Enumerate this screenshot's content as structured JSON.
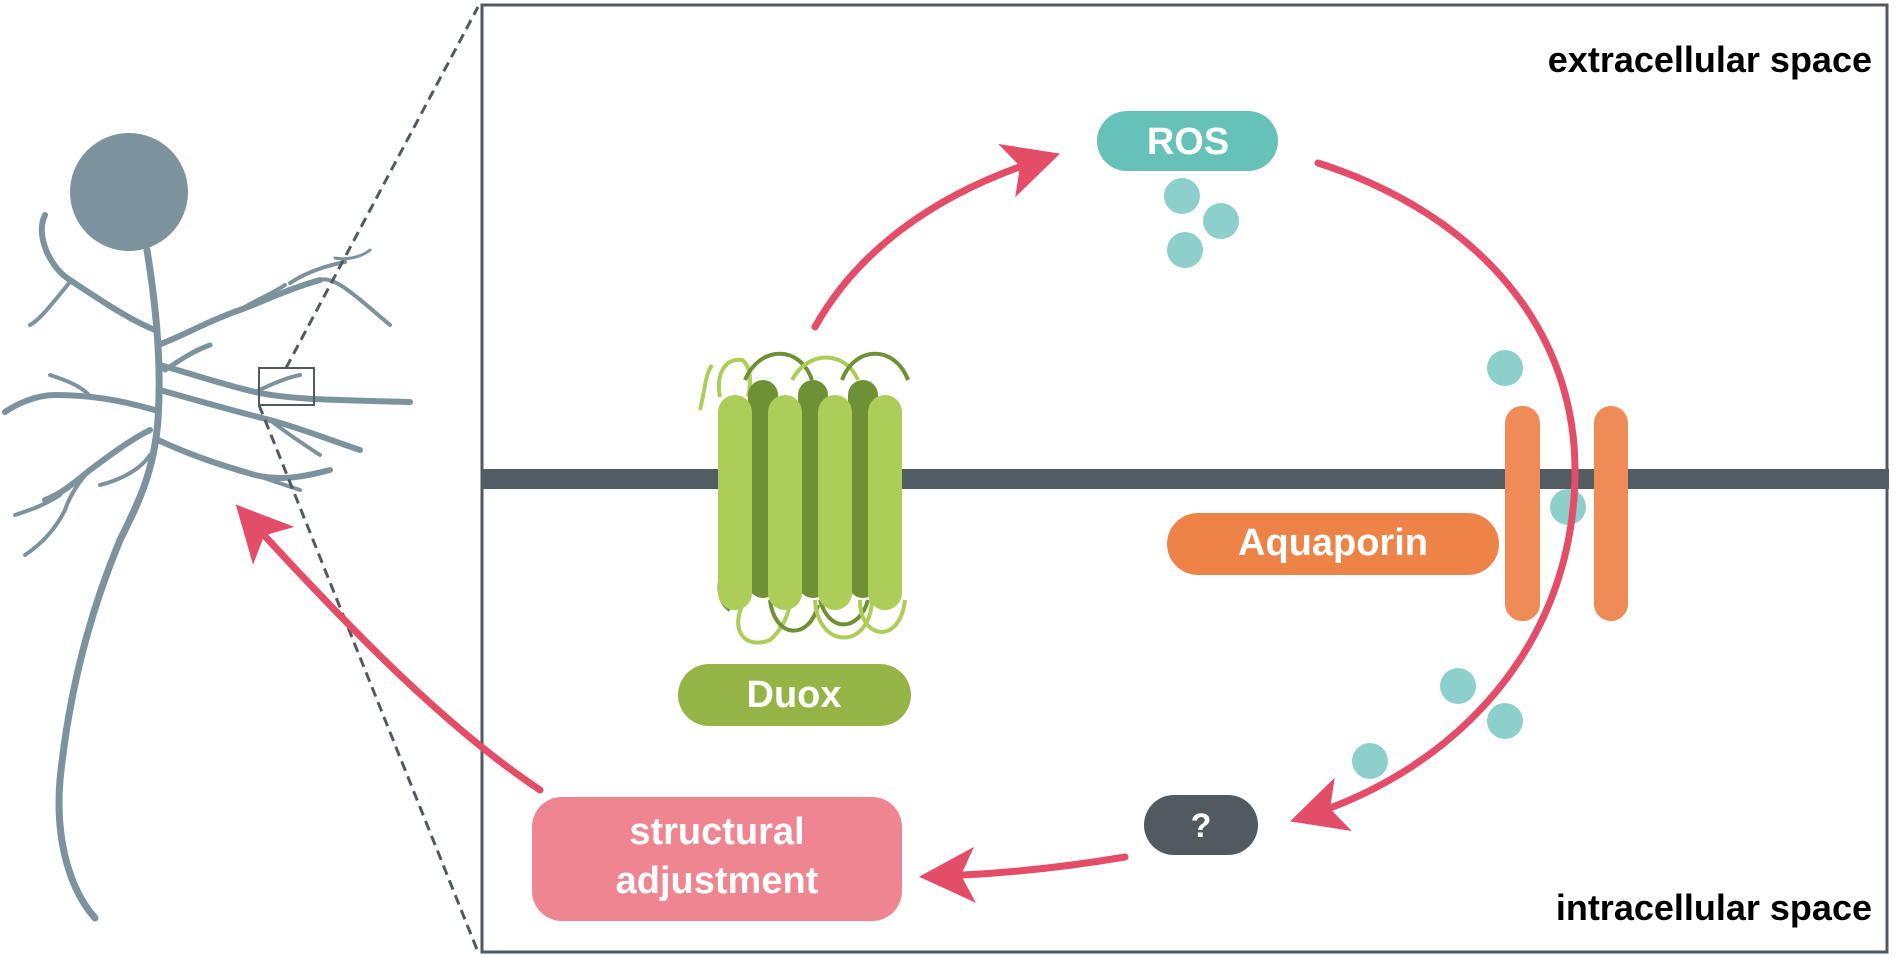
{
  "labels": {
    "extracellular": "extracellular space",
    "intracellular": "intracellular space",
    "ros": "ROS",
    "duox": "Duox",
    "aquaporin": "Aquaporin",
    "unknown": "?",
    "structural_line1": "structural",
    "structural_line2": "adjustment"
  },
  "colors": {
    "frame": "#505a60",
    "membrane": "#525c63",
    "neuron": "#7c939e",
    "arrow": "#e34d67",
    "ros": "#66c1b9",
    "ros_particle": "#8ccfcb",
    "duox_light": "#accd58",
    "duox_dark": "#6f9136",
    "duox_label": "#94b546",
    "aquaporin": "#ef8b57",
    "aquaporin_label": "#ee8348",
    "unknown": "#505a60",
    "structural": "#ef8590"
  }
}
